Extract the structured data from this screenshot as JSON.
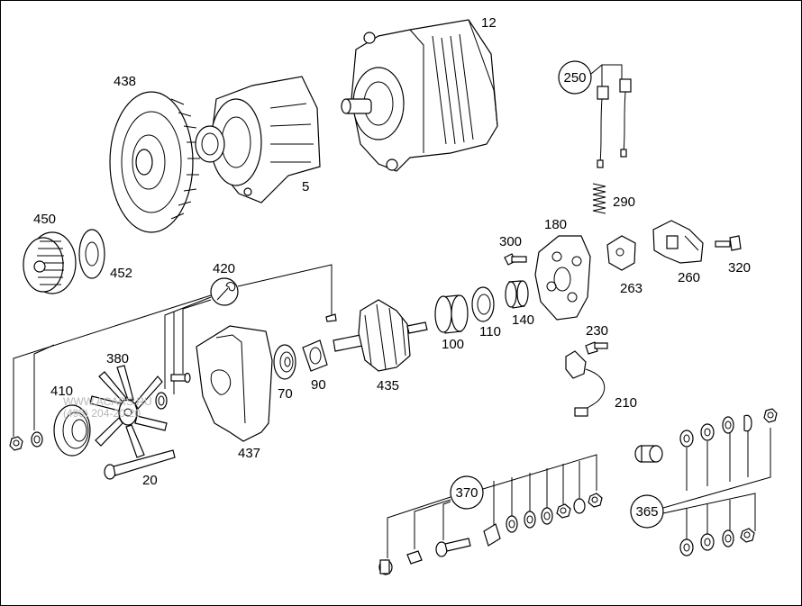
{
  "callouts": {
    "c12": "12",
    "c438": "438",
    "c5": "5",
    "c450": "450",
    "c452": "452",
    "c420": "420",
    "c380": "380",
    "c410": "410",
    "c20": "20",
    "c437": "437",
    "c70": "70",
    "c90": "90",
    "c435": "435",
    "c100": "100",
    "c110": "110",
    "c140": "140",
    "c300": "300",
    "c180": "180",
    "c263": "263",
    "c260": "260",
    "c320": "320",
    "c290": "290",
    "c250": "250",
    "c230": "230",
    "c210": "210",
    "c370": "370",
    "c365": "365"
  },
  "watermark": {
    "line1": "WWW.ACARS.RU",
    "line2": "(495) 204-20-20"
  },
  "icons": {
    "wrench": "wrench-icon"
  }
}
